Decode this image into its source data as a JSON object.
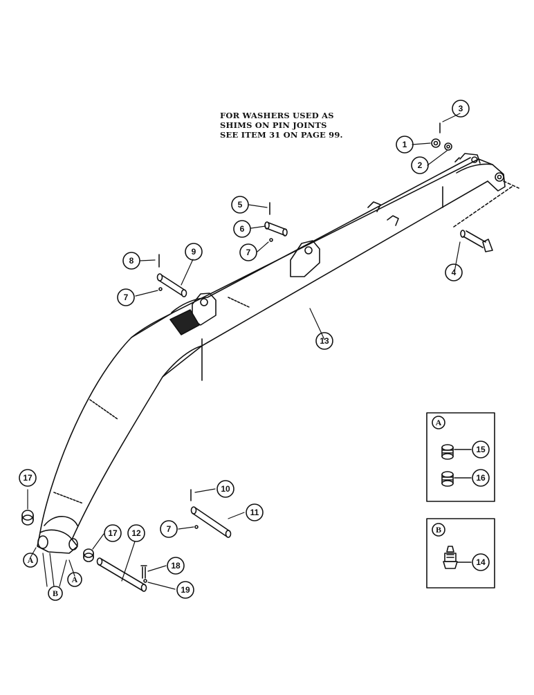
{
  "note": {
    "line1": "FOR WASHERS USED AS",
    "line2": "SHIMS ON PIN JOINTS",
    "line3": "SEE ITEM 31 ON PAGE 99."
  },
  "callouts": {
    "c1": "1",
    "c2": "2",
    "c3": "3",
    "c4": "4",
    "c5": "5",
    "c6": "6",
    "c7a": "7",
    "c8": "8",
    "c9": "9",
    "c7b": "7",
    "c13": "13",
    "c10": "10",
    "c11": "11",
    "c7c": "7",
    "c12": "12",
    "c17a": "17",
    "c17b": "17",
    "c18": "18",
    "c19": "19"
  },
  "letters": {
    "a_left": "A",
    "a_right": "A",
    "b_main": "B"
  },
  "detail_a": {
    "label": "A",
    "item_top": "15",
    "item_bottom": "16"
  },
  "detail_b": {
    "label": "B",
    "item": "14"
  }
}
